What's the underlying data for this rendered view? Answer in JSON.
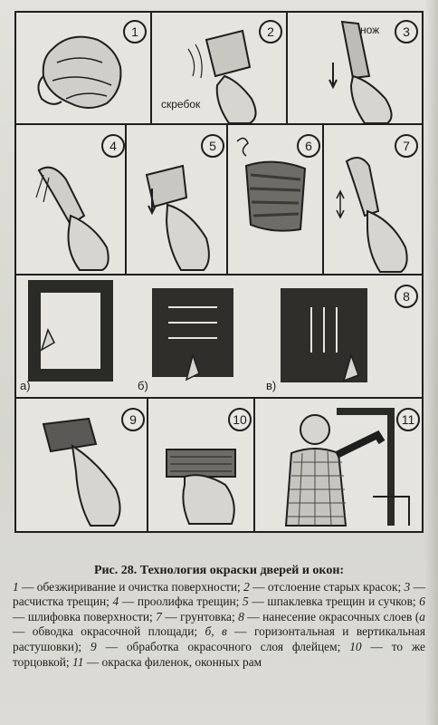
{
  "figure": {
    "panels": [
      {
        "number": "1"
      },
      {
        "number": "2",
        "label": "скребок"
      },
      {
        "number": "3",
        "label": "нож"
      },
      {
        "number": "4"
      },
      {
        "number": "5"
      },
      {
        "number": "6"
      },
      {
        "number": "7"
      },
      {
        "number": "8",
        "sub_a": "а)",
        "sub_b": "б)",
        "sub_v": "в)"
      },
      {
        "number": "9"
      },
      {
        "number": "10"
      },
      {
        "number": "11"
      }
    ]
  },
  "caption": {
    "title": "Рис. 28. Технология окраски дверей и окон:",
    "items": [
      {
        "n": "1",
        "text": " — обезжиривание и очистка поверхности; "
      },
      {
        "n": "2",
        "text": " — отслоение старых красок; "
      },
      {
        "n": "3",
        "text": " — расчистка трещин; "
      },
      {
        "n": "4",
        "text": " — проолифка трещин; "
      },
      {
        "n": "5",
        "text": " — шпаклевка трещин и сучков; "
      },
      {
        "n": "6",
        "text": " — шлифовка поверхности; "
      },
      {
        "n": "7",
        "text": " — грунтовка; "
      },
      {
        "n": "8",
        "text": " — нанесение окрасочных слоев ("
      },
      {
        "n": "а",
        "text": " — обводка окрасочной площади; "
      },
      {
        "n": "б, в",
        "text": " — горизонтальная и вертикальная растушовки); "
      },
      {
        "n": "9",
        "text": " — обработка окрасочного слоя флейцем; "
      },
      {
        "n": "10",
        "text": " — то же торцовкой; "
      },
      {
        "n": "11",
        "text": " — окраска филенок, оконных рам"
      }
    ]
  }
}
